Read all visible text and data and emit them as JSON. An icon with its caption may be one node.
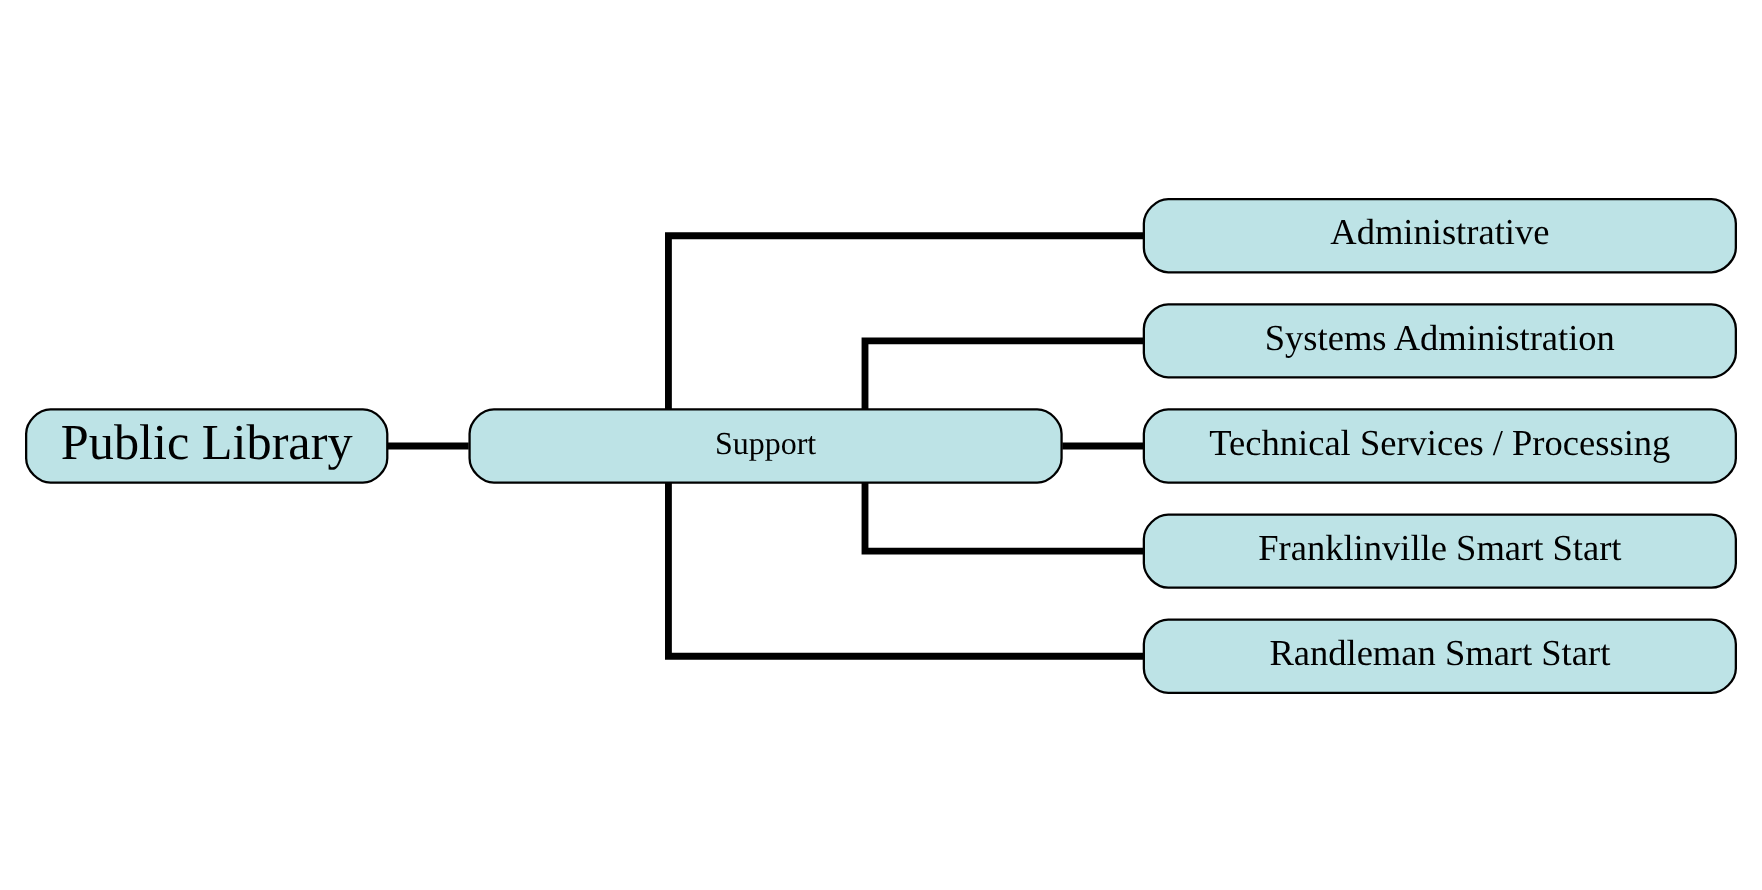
{
  "diagram": {
    "nodes": [
      {
        "text": [
          "Public Library"
        ]
      },
      {
        "text": [
          "Support"
        ]
      },
      {
        "text": [
          "Administrative"
        ]
      },
      {
        "text": [
          "Systems Administration"
        ]
      },
      {
        "text": [
          "Technical Services / Processing"
        ]
      },
      {
        "text": [
          "Franklinville Smart Start"
        ]
      },
      {
        "text": [
          "Randleman Smart Start"
        ]
      }
    ],
    "edges": [
      {
        "from": 0,
        "to": 1,
        "arrow": "none"
      },
      {
        "from": 1,
        "to": 2,
        "arrow": "none"
      },
      {
        "from": 1,
        "to": 3,
        "arrow": "none"
      },
      {
        "from": 1,
        "to": 4,
        "arrow": "none"
      },
      {
        "from": 1,
        "to": 5,
        "arrow": "none"
      },
      {
        "from": 1,
        "to": 6,
        "arrow": "none"
      }
    ]
  }
}
